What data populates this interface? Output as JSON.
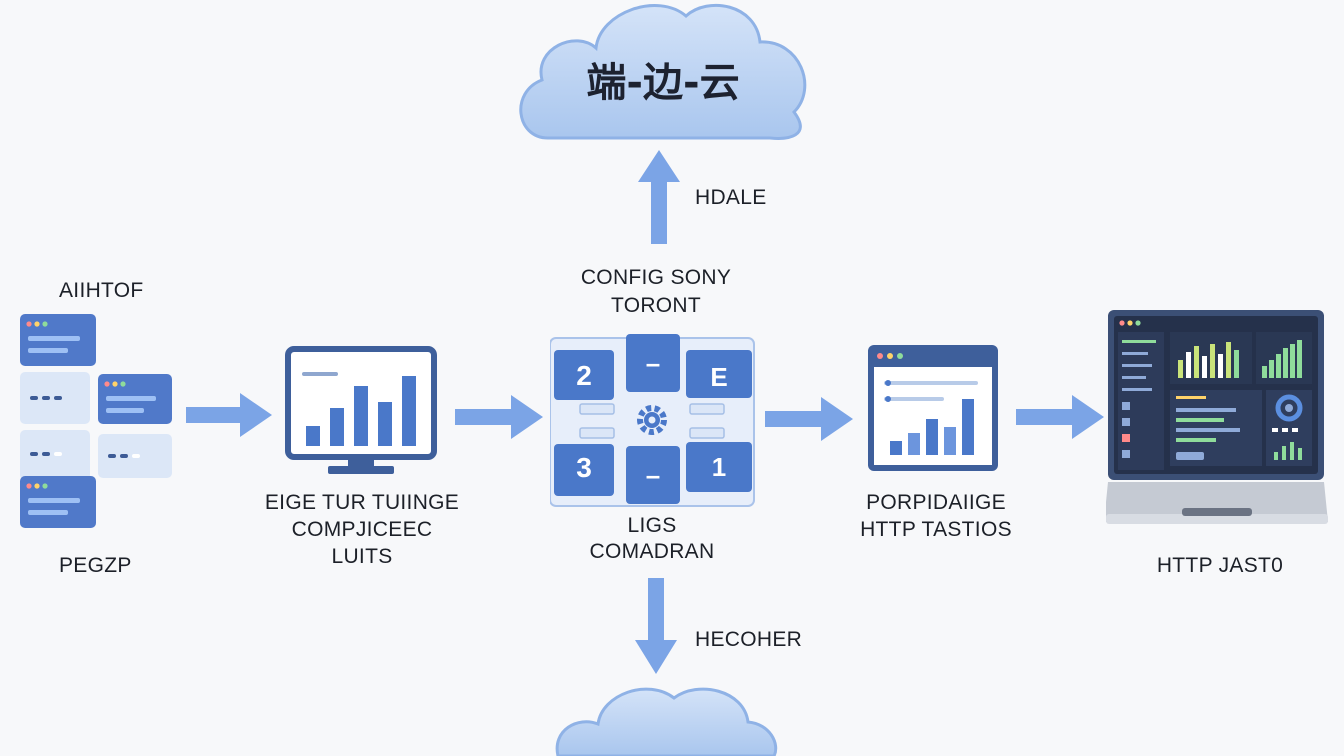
{
  "diagram": {
    "cloud_title": "端-边-云",
    "labels": {
      "up_arrow": "HDALE",
      "down_arrow": "HECOHER",
      "left_top": "AIIHTOF",
      "left_bottom": "PEGZP",
      "edge_line1": "EIGE TUR TUIINGE",
      "edge_line2": "COMPJICEEC",
      "edge_line3": "LUITS",
      "hub_top_line1": "CONFIG SONY",
      "hub_top_line2": "TORONT",
      "hub_bottom_line1": "LIGS",
      "hub_bottom_line2": "COMADRAN",
      "portal_line1": "PORPIDAIIGE",
      "portal_line2": "HTTP TASTIOS",
      "laptop": "HTTP JAST0"
    },
    "hub_tiles": {
      "top_left": "2",
      "top_mid": "–",
      "top_right": "E",
      "bottom_left": "3",
      "bottom_mid": "–",
      "bottom_right": "1"
    },
    "colors": {
      "arrow": "#7ba4e6",
      "cloud_fill": "#bcd3f2",
      "cloud_edge": "#8fb2e6",
      "tile_dark": "#4a78c9",
      "tile_light": "#dbe6f7",
      "monitor_frame": "#3e5f9b"
    }
  }
}
